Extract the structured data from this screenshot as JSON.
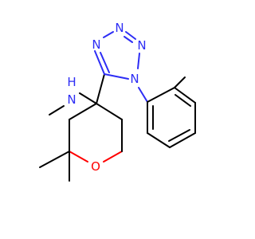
{
  "atoms": {
    "n_amine": "N",
    "h_amine": "H",
    "o_ring": "O",
    "n_tetrazole_1": "N",
    "n_tetrazole_2": "N",
    "n_tetrazole_3": "N",
    "n_tetrazole_4": "N"
  },
  "colors": {
    "nitrogen": "#2d2df5",
    "oxygen": "#ff0000",
    "carbon_bond": "#000000",
    "background": "#ffffff"
  }
}
